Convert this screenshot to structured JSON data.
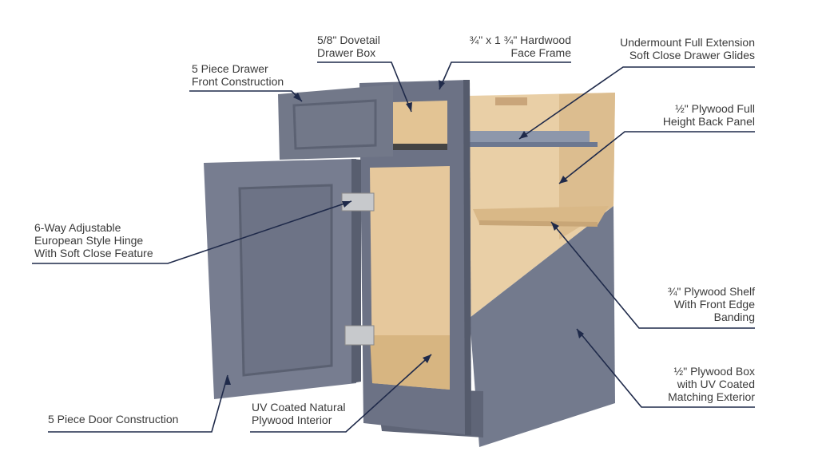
{
  "labels": {
    "drawer_front": [
      "5 Piece Drawer",
      "Front Construction"
    ],
    "drawer_box": [
      "5/8\" Dovetail",
      "Drawer Box"
    ],
    "face_frame": [
      "¾\" x 1 ¾\" Hardwood",
      "Face Frame"
    ],
    "glides": [
      "Undermount Full Extension",
      "Soft Close Drawer Glides"
    ],
    "back_panel": [
      "½\" Plywood Full",
      "Height Back Panel"
    ],
    "hinge": [
      "6-Way Adjustable",
      "European Style Hinge",
      "With Soft Close Feature"
    ],
    "shelf": [
      "¾\" Plywood Shelf",
      "With Front Edge",
      "Banding"
    ],
    "box": [
      "½\" Plywood Box",
      "with UV Coated",
      "Matching Exterior"
    ],
    "door": [
      "5 Piece Door Construction"
    ],
    "interior": [
      "UV Coated Natural",
      "Plywood Interior"
    ]
  },
  "colors": {
    "leader": "#1f2a4a",
    "cabinet_gray": "#6f7588",
    "plywood": "#e8cda5"
  }
}
